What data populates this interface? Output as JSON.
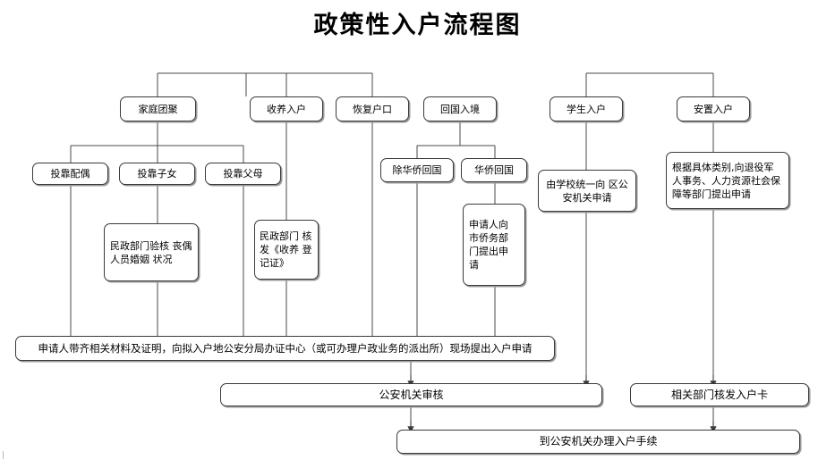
{
  "title": "政策性入户流程图",
  "theme": {
    "background": "#ffffff",
    "box_border": "#3a3a3a",
    "line_color": "#4a4a4a",
    "text_color": "#000000",
    "shadow_color": "#9a9a9a"
  },
  "nodes": {
    "family_reunion": "家庭团聚",
    "adoption": "收养入户",
    "restore_hukou": "恢复户口",
    "return_entry": "回国入境",
    "student": "学生入户",
    "resettlement": "安置入户",
    "spouse": "投靠配偶",
    "children": "投靠子女",
    "parents": "投靠父母",
    "non_overseas_return": "除华侨回国",
    "overseas_return": "华侨回国",
    "civil_affairs_verify": {
      "line1": "民政部门验核",
      "line2": "丧偶人员婚姻",
      "line3": "状况"
    },
    "civil_affairs_cert": {
      "line1": "民政部门",
      "line2": "核发《收养",
      "line3": "登记证》"
    },
    "overseas_affairs_apply": {
      "line1": "申请人向",
      "line2": "市侨务部",
      "line3": "门提出申",
      "line4": "请"
    },
    "school_apply": {
      "line1": "由学校统一向",
      "line2": "区公安机关申请"
    },
    "veteran_apply": {
      "line1": "根据具体类别,向退役军",
      "line2": "人事务、人力资源社会保",
      "line3": "障等部门提出申请"
    },
    "onsite_apply": "申请人带齐相关材料及证明，向拟入户地公安分局办证中心（或可办理户政业务的派出所）现场提出入户申请",
    "police_review": "公安机关审核",
    "department_issue_card": "相关部门核发入户卡",
    "final_step": "到公安机关办理入户手续"
  },
  "chart_data": {
    "type": "diagram",
    "diagram_kind": "flowchart",
    "orientation": "top-down",
    "levels": [
      {
        "name": "categories",
        "items": [
          "家庭团聚",
          "收养入户",
          "恢复户口",
          "回国入境",
          "学生入户",
          "安置入户"
        ]
      },
      {
        "name": "subcategories",
        "items": [
          "投靠配偶",
          "投靠子女",
          "投靠父母",
          "除华侨回国",
          "华侨回国"
        ]
      },
      {
        "name": "prerequisites",
        "items": [
          "民政部门验核丧偶人员婚姻状况",
          "民政部门核发《收养登记证》",
          "申请人向市侨务部门提出申请",
          "由学校统一向区公安机关申请",
          "根据具体类别,向退役军人事务、人力资源社会保障等部门提出申请"
        ]
      },
      {
        "name": "submission",
        "items": [
          "申请人带齐相关材料及证明，向拟入户地公安分局办证中心（或可办理户政业务的派出所）现场提出入户申请"
        ]
      },
      {
        "name": "review",
        "items": [
          "公安机关审核",
          "相关部门核发入户卡"
        ]
      },
      {
        "name": "completion",
        "items": [
          "到公安机关办理入户手续"
        ]
      }
    ],
    "edges": [
      {
        "from": "家庭团聚",
        "to": "投靠配偶"
      },
      {
        "from": "家庭团聚",
        "to": "投靠子女"
      },
      {
        "from": "家庭团聚",
        "to": "投靠父母"
      },
      {
        "from": "投靠配偶",
        "to": "申请人带齐相关材料及证明，向拟入户地公安分局办证中心（或可办理户政业务的派出所）现场提出入户申请"
      },
      {
        "from": "投靠子女",
        "to": "民政部门验核丧偶人员婚姻状况"
      },
      {
        "from": "民政部门验核丧偶人员婚姻状况",
        "to": "申请人带齐相关材料及证明，向拟入户地公安分局办证中心（或可办理户政业务的派出所）现场提出入户申请"
      },
      {
        "from": "投靠父母",
        "to": "申请人带齐相关材料及证明，向拟入户地公安分局办证中心（或可办理户政业务的派出所）现场提出入户申请"
      },
      {
        "from": "收养入户",
        "to": "民政部门核发《收养登记证》"
      },
      {
        "from": "民政部门核发《收养登记证》",
        "to": "申请人带齐相关材料及证明，向拟入户地公安分局办证中心（或可办理户政业务的派出所）现场提出入户申请"
      },
      {
        "from": "恢复户口",
        "to": "申请人带齐相关材料及证明，向拟入户地公安分局办证中心（或可办理户政业务的派出所）现场提出入户申请"
      },
      {
        "from": "回国入境",
        "to": "除华侨回国"
      },
      {
        "from": "回国入境",
        "to": "华侨回国"
      },
      {
        "from": "除华侨回国",
        "to": "申请人带齐相关材料及证明，向拟入户地公安分局办证中心（或可办理户政业务的派出所）现场提出入户申请"
      },
      {
        "from": "华侨回国",
        "to": "申请人向市侨务部门提出申请"
      },
      {
        "from": "申请人向市侨务部门提出申请",
        "to": "申请人带齐相关材料及证明，向拟入户地公安分局办证中心（或可办理户政业务的派出所）现场提出入户申请"
      },
      {
        "from": "学生入户",
        "to": "由学校统一向区公安机关申请"
      },
      {
        "from": "由学校统一向区公安机关申请",
        "to": "公安机关审核"
      },
      {
        "from": "安置入户",
        "to": "根据具体类别,向退役军人事务、人力资源社会保障等部门提出申请"
      },
      {
        "from": "根据具体类别,向退役军人事务、人力资源社会保障等部门提出申请",
        "to": "相关部门核发入户卡"
      },
      {
        "from": "申请人带齐相关材料及证明，向拟入户地公安分局办证中心（或可办理户政业务的派出所）现场提出入户申请",
        "to": "公安机关审核"
      },
      {
        "from": "公安机关审核",
        "to": "到公安机关办理入户手续"
      },
      {
        "from": "相关部门核发入户卡",
        "to": "到公安机关办理入户手续"
      }
    ]
  }
}
